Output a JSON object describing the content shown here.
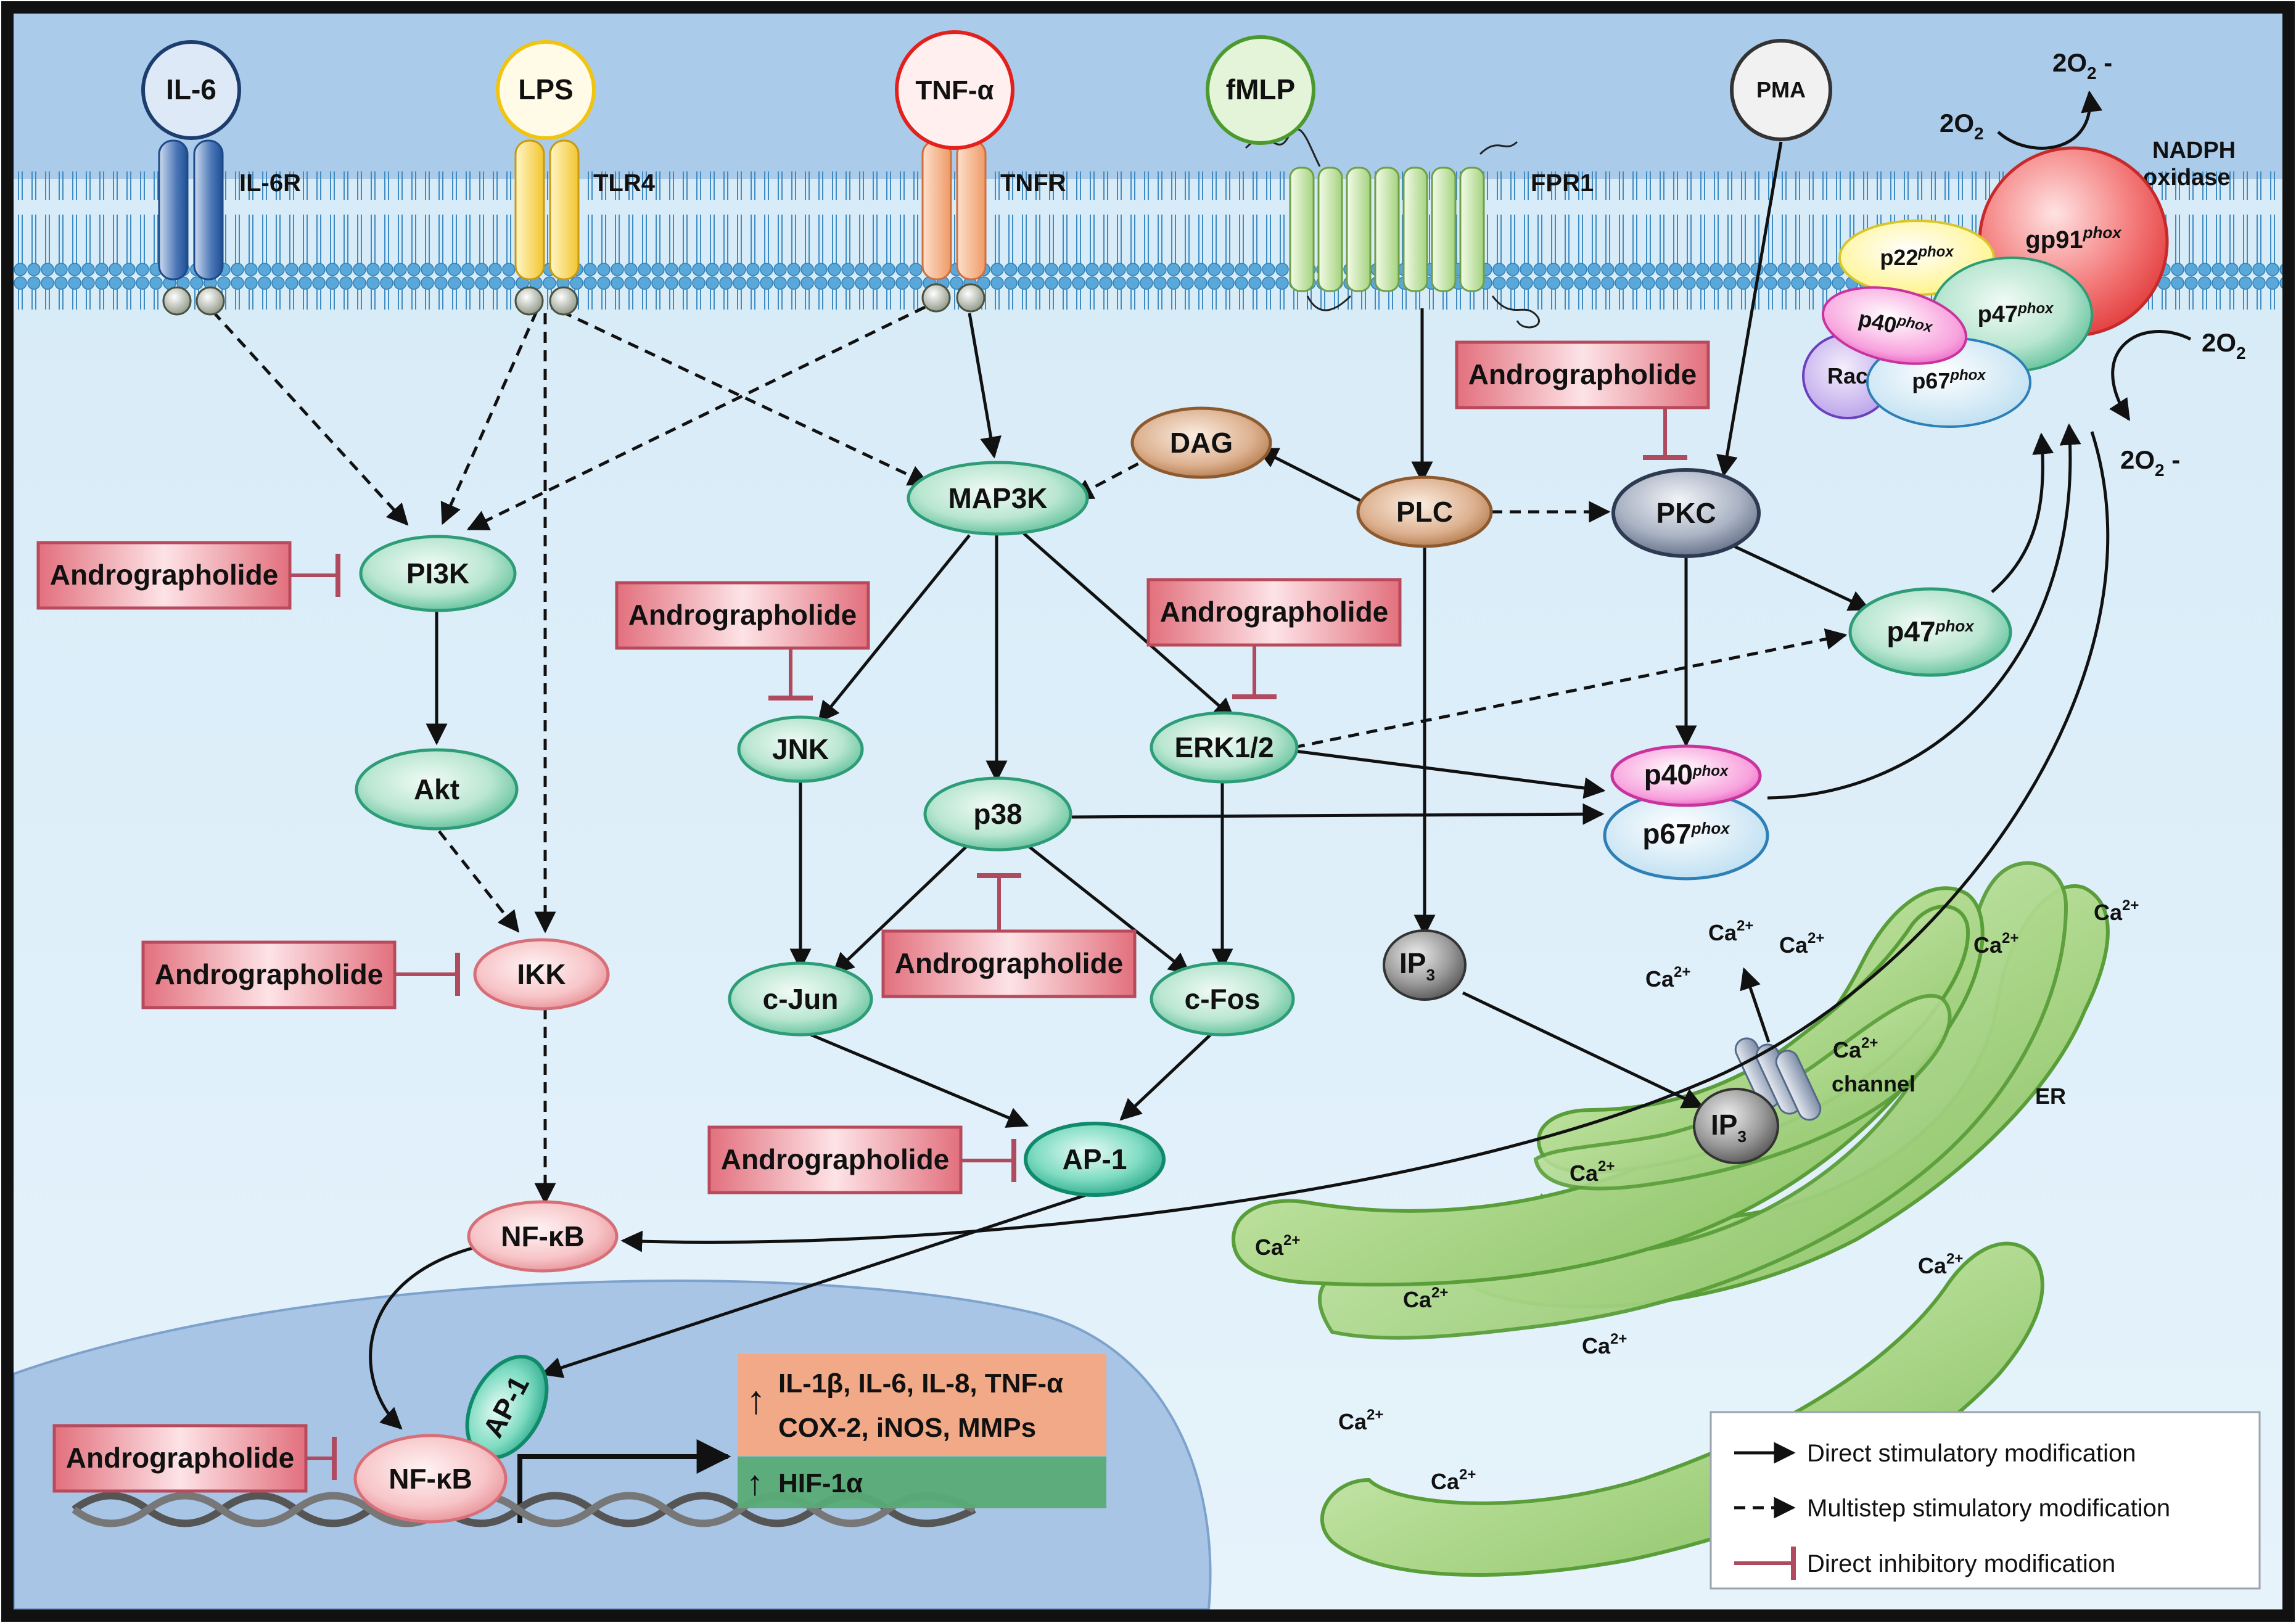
{
  "ligands": {
    "il6": "IL-6",
    "lps": "LPS",
    "tnfa": "TNF-α",
    "fmlp": "fMLP",
    "pma": "PMA"
  },
  "receptors": {
    "il6r": "IL-6R",
    "tlr4": "TLR4",
    "tnfr": "TNFR",
    "fpr1": "FPR1"
  },
  "nodes": {
    "pi3k": "PI3K",
    "akt": "Akt",
    "ikk": "IKK",
    "nfkb_cyto": "NF-κB",
    "nfkb_nuc": "NF-κB",
    "map3k": "MAP3K",
    "jnk": "JNK",
    "p38": "p38",
    "erk": "ERK1/2",
    "cjun": "c-Jun",
    "cfos": "c-Fos",
    "ap1": "AP-1",
    "ap1_nuc": "AP-1",
    "dag": "DAG",
    "plc": "PLC",
    "pkc": "PKC",
    "ip3_cyto": "IP",
    "ip3_er": "IP",
    "ip3_sub": "3"
  },
  "inhibitor_label": "Andrographolide",
  "phox": {
    "p47": "p47",
    "p40": "p40",
    "p67": "p67",
    "p22": "p22",
    "gp91": "gp91",
    "rac": "Rac",
    "sup": "phox"
  },
  "nadph": {
    "line1": "NADPH",
    "line2": "oxidase"
  },
  "oxygen": {
    "o2": "2O",
    "o2_sub": "2",
    "superoxide": "2O",
    "superoxide_sub": "2",
    "superoxide_sign": " -"
  },
  "calcium": {
    "ca": "Ca",
    "sup": "2+",
    "channel": "channel",
    "er": "ER"
  },
  "genes": {
    "arrow_up": "↑",
    "line1": "IL-1β, IL-6, IL-8, TNF-α",
    "line2": "COX-2, iNOS, MMPs",
    "hif": "HIF-1α"
  },
  "legend": {
    "direct_stim": "Direct stimulatory modification",
    "multistep_stim": "Multistep stimulatory modification",
    "direct_inhib": "Direct inhibitory modification"
  },
  "colors": {
    "membrane_band": "#aecde9",
    "cytoplasm": "#e3f1fa",
    "nucleus": "#a6c4e5",
    "inhibitor_line": "#b04a5e",
    "green_node": "#bfe9d6",
    "pink_node": "#f8c8cc",
    "er_green": "#8cc36a"
  }
}
